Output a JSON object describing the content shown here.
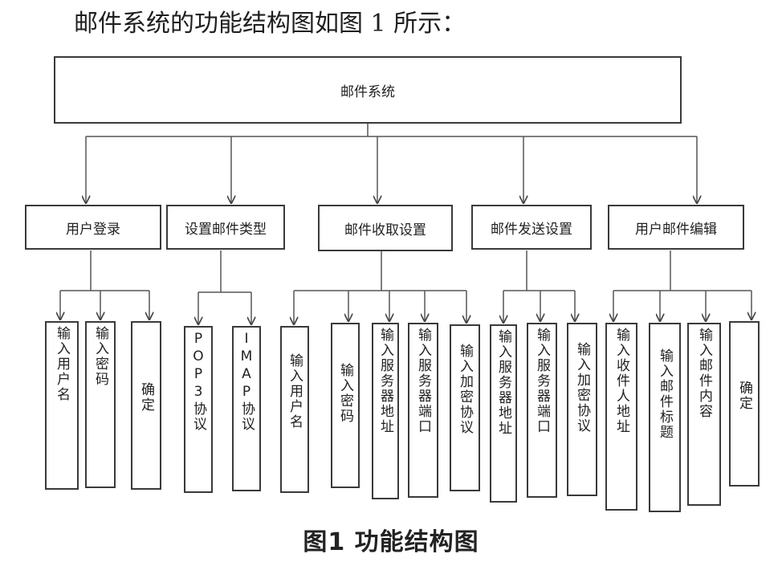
{
  "intro_text": "邮件系统的功能结构图如图 1 所示：",
  "root": "邮件系统",
  "modules": [
    {
      "label": "用户登录",
      "children": [
        "输入用户名",
        "输入密码",
        "确定"
      ]
    },
    {
      "label": "设置邮件类型",
      "children": [
        "POP3协议",
        "IMAP协议"
      ]
    },
    {
      "label": "邮件收取设置",
      "children": [
        "输入用户名",
        "输入密码",
        "输入服务器地址",
        "输入服务器端口",
        "输入加密协议"
      ]
    },
    {
      "label": "邮件发送设置",
      "children": [
        "输入服务器地址",
        "输入服务器端口",
        "输入加密协议"
      ]
    },
    {
      "label": "用户邮件编辑",
      "children": [
        "输入收件人地址",
        "输入邮件标题",
        "输入邮件内容",
        "确定"
      ]
    }
  ],
  "caption": "图1   功能结构图"
}
